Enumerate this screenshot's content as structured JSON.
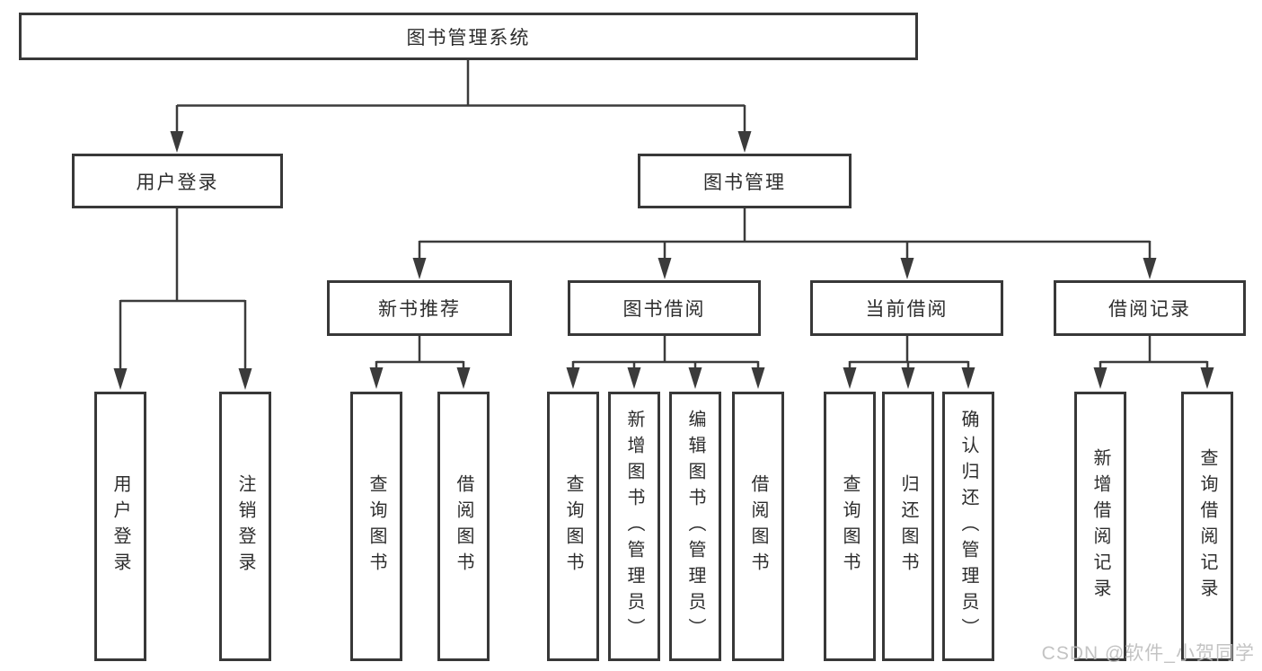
{
  "diagram_title": "图书管理系统",
  "tree": {
    "root": "图书管理系统",
    "children": [
      {
        "label": "用户登录",
        "children": [
          "用户登录",
          "注销登录"
        ]
      },
      {
        "label": "图书管理",
        "children": [
          {
            "label": "新书推荐",
            "children": [
              "查询图书",
              "借阅图书"
            ]
          },
          {
            "label": "图书借阅",
            "children": [
              "查询图书",
              "新增图书（管理员）",
              "编辑图书（管理员）",
              "借阅图书"
            ]
          },
          {
            "label": "当前借阅",
            "children": [
              "查询图书",
              "归还图书",
              "确认归还（管理员）"
            ]
          },
          {
            "label": "借阅记录",
            "children": [
              "新增借阅记录",
              "查询借阅记录"
            ]
          }
        ]
      }
    ]
  },
  "watermark": "CSDN @软件_小贺同学",
  "colors": {
    "box_border": "#383838",
    "connector": "#3b3b3b",
    "text": "#2d2d2d",
    "watermark": "#bcbcbc",
    "background": "#ffffff"
  }
}
